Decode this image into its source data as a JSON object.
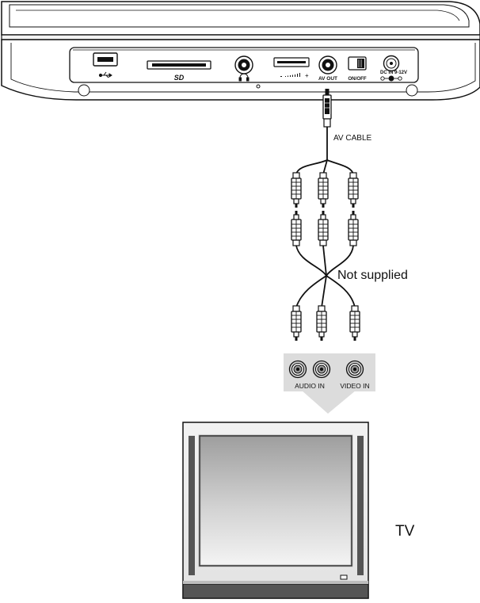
{
  "device": {
    "port_labels": {
      "sd": "SD",
      "volume_plus": "+",
      "av_out": "AV OUT",
      "on_off": "ON/OFF",
      "dc_in": "DC IN 9-12V"
    }
  },
  "cable": {
    "label": "AV CABLE",
    "note": "Not supplied"
  },
  "tv_panel": {
    "audio_label": "AUDIO IN",
    "video_label": "VIDEO IN"
  },
  "tv": {
    "label": "TV"
  },
  "icons": [
    "usb-icon",
    "headphone-icon",
    "volume-icon",
    "dc-polarity-icon"
  ],
  "colors": {
    "stroke": "#111111",
    "panel_gray": "#dcdcdc",
    "screen_top": "#9e9e9e",
    "screen_bottom": "#f4f4f4",
    "speaker": "#555555"
  }
}
